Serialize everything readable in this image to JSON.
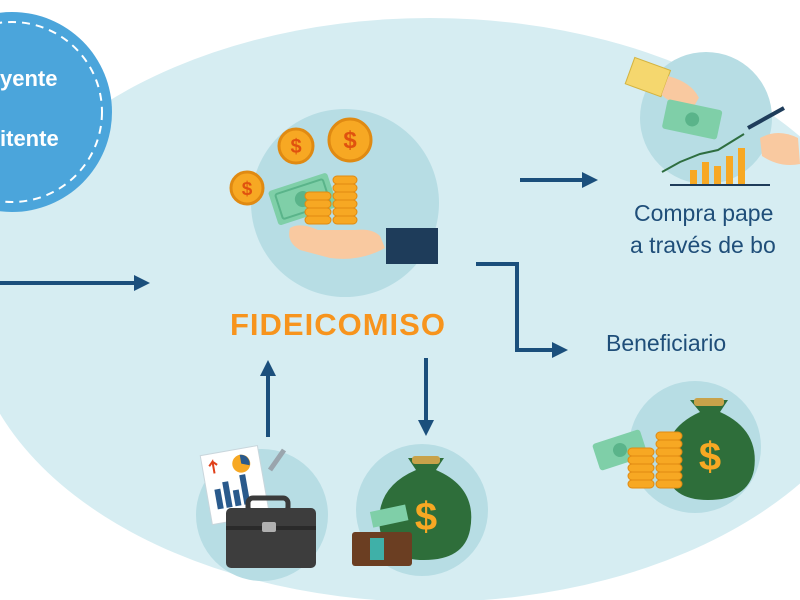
{
  "circle": {
    "line1": "yente",
    "line2": "itente"
  },
  "center": {
    "title": "FIDEICOMISO"
  },
  "right_top": {
    "line1": "Compra pape",
    "line2": "a través de bo"
  },
  "right_mid": {
    "label": "Beneficiario"
  },
  "colors": {
    "background_oval": "#d6edf2",
    "icon_circle": "#b7dde4",
    "arrow": "#1b4f7c",
    "left_circle": "#4ba5db",
    "title": "#f7941d",
    "label": "#1f4e79"
  },
  "icons": [
    "coins-hand-icon",
    "money-handshake-chart-icon",
    "money-bags-icon",
    "briefcase-report-icon",
    "money-bag-wallet-icon"
  ]
}
